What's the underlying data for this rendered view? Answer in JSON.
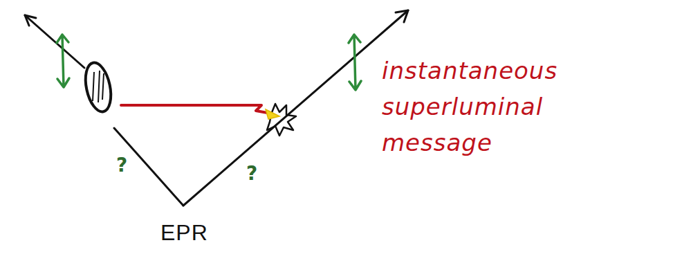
{
  "diagram": {
    "labels": [
      "?",
      "?",
      "EPR",
      "instantaneous superluminal message"
    ]
  }
}
